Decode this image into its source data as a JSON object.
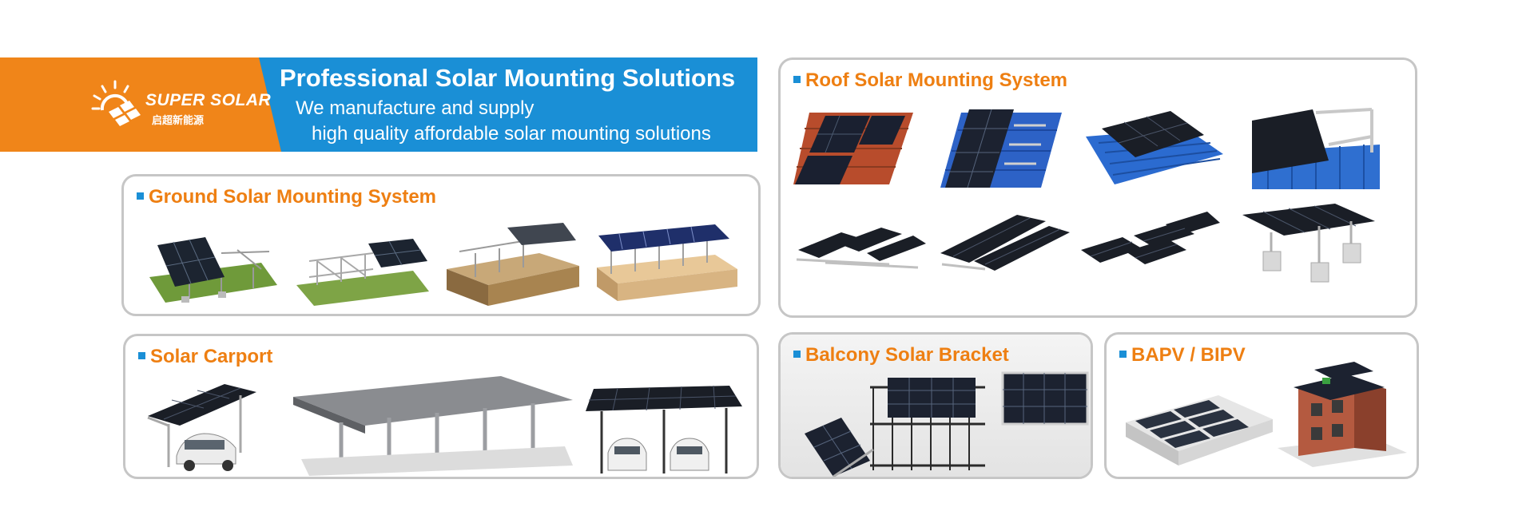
{
  "brand": {
    "name": "SUPER SOLAR",
    "name_cn": "启超新能源",
    "colors": {
      "orange": "#f08519",
      "blue": "#1a8fd6",
      "title_orange": "#ee7f12"
    }
  },
  "banner": {
    "title": "Professional Solar Mounting Solutions",
    "line1": "We manufacture and supply",
    "line2": "high quality affordable solar mounting solutions"
  },
  "categories": {
    "ground": {
      "title": "Ground Solar Mounting System",
      "images": [
        "ground-mount-grass-1",
        "ground-mount-grass-2",
        "ground-mount-soil",
        "ground-mount-wide"
      ]
    },
    "roof": {
      "title": "Roof Solar Mounting System",
      "images": [
        "tile-roof-red",
        "tile-roof-blue",
        "metal-roof-tilted",
        "metal-roof-frame",
        "flat-roof-ballast-1",
        "flat-roof-ballast-2",
        "flat-roof-ballast-3",
        "flat-roof-concrete"
      ]
    },
    "carport": {
      "title": "Solar Carport",
      "images": [
        "carport-single",
        "carport-long",
        "carport-double"
      ]
    },
    "balcony": {
      "title": "Balcony Solar Bracket",
      "images": [
        "balcony-railing",
        "balcony-panel"
      ]
    },
    "bapv": {
      "title": "BAPV / BIPV",
      "images": [
        "bapv-factory-roof",
        "bipv-building"
      ]
    }
  }
}
